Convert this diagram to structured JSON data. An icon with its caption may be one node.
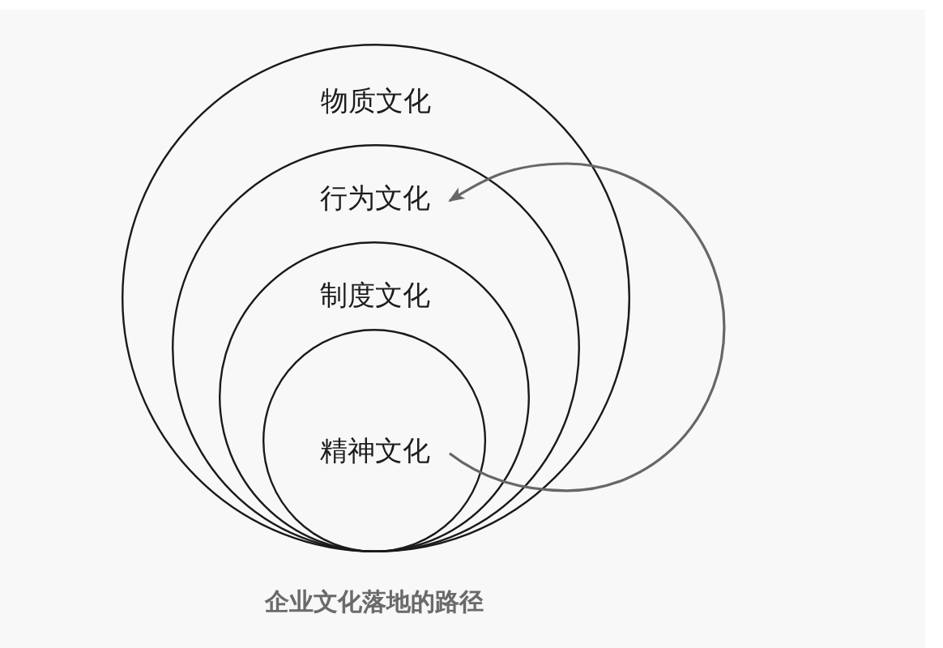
{
  "diagram": {
    "caption": "企业文化落地的路径",
    "nodes": [
      {
        "text": [
          "物质文化"
        ]
      },
      {
        "text": [
          "行为文化"
        ],
        "in": 0
      },
      {
        "text": [
          "制度文化"
        ],
        "in": 1
      },
      {
        "text": [
          "精神文化"
        ],
        "in": 2
      }
    ],
    "edges": [
      {
        "from": 3,
        "to": 1,
        "arrow": "to"
      }
    ]
  }
}
